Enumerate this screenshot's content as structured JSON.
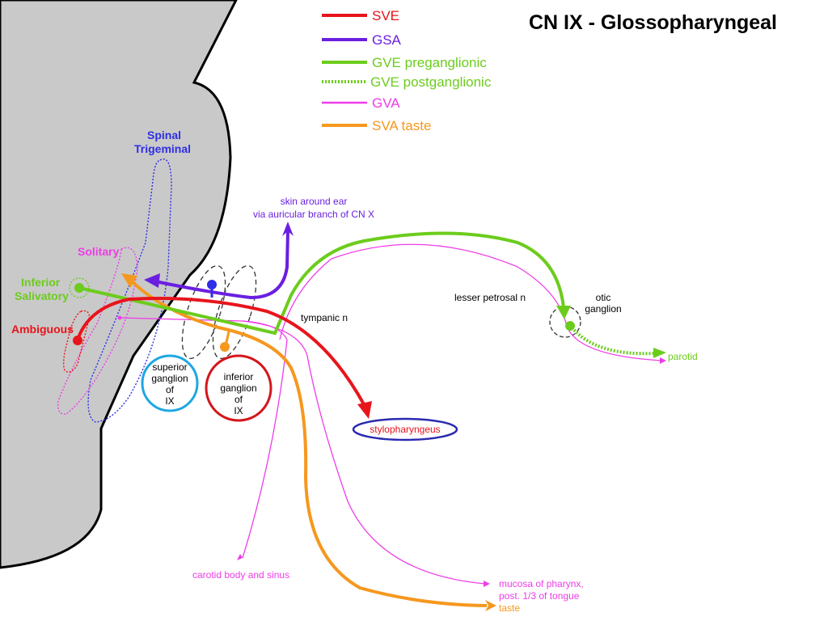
{
  "title": "CN IX - Glossopharyngeal",
  "colors": {
    "sve": "#e8141b",
    "gsa": "#6a1fe0",
    "gve": "#6ccc1c",
    "gva": "#ee3de8",
    "sva": "#f5981e",
    "spinal_trigeminal": "#2e2ee6",
    "brainstem_fill": "#c9c9c9",
    "superior_ganglion_ring": "#1ea7e3",
    "inferior_ganglion_ring": "#d4161b",
    "stylopharyngeus_ring": "#2a2ab0"
  },
  "legend": [
    {
      "label": "SVE",
      "line_style": "solid"
    },
    {
      "label": "GSA",
      "line_style": "solid"
    },
    {
      "label": "GVE preganglionic",
      "line_style": "solid"
    },
    {
      "label": "GVE postganglionic",
      "line_style": "dotted"
    },
    {
      "label": "GVA",
      "line_style": "solid"
    },
    {
      "label": "SVA taste",
      "line_style": "solid"
    }
  ],
  "nuclei": {
    "spinal_trigeminal": [
      "Spinal",
      "Trigeminal"
    ],
    "solitary": "Solitary",
    "inferior_salivatory": [
      "Inferior",
      "Salivatory"
    ],
    "ambiguous": "Ambiguous"
  },
  "ganglia": {
    "superior": [
      "superior",
      "ganglion",
      "of",
      "IX"
    ],
    "inferior": [
      "inferior",
      "ganglion",
      "of",
      "IX"
    ],
    "otic": [
      "otic",
      "ganglion"
    ]
  },
  "labels": {
    "skin_around_ear": [
      "skin around ear",
      "via auricular branch of CN X"
    ],
    "lesser_petrosal": "lesser petrosal n",
    "tympanic": "tympanic n",
    "parotid": "parotid",
    "stylopharyngeus": "stylopharyngeus",
    "carotid": "carotid body and sinus",
    "mucosa": [
      "mucosa of pharynx,",
      "post. 1/3 of tongue"
    ],
    "taste": "taste"
  }
}
